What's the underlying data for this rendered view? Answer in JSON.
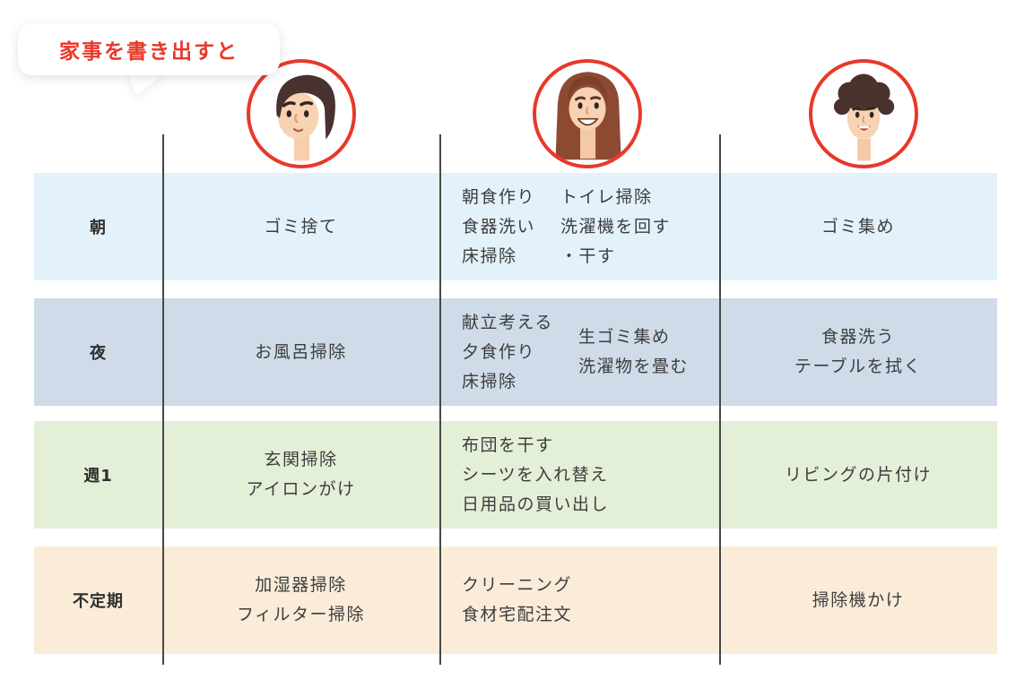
{
  "bubble": {
    "label": "家事を書き出すと"
  },
  "colors": {
    "accent_red": "#e8382a",
    "row_morning_bg": "#e3f1fb",
    "row_night_bg": "#cfdbe9",
    "row_weekly_bg": "#e4efd8",
    "row_irregular_bg": "#faecd9",
    "divider": "#474747",
    "text": "#3d3d3d"
  },
  "people": [
    {
      "id": "father",
      "icon": "man-avatar-icon"
    },
    {
      "id": "mother",
      "icon": "woman-avatar-icon"
    },
    {
      "id": "child",
      "icon": "boy-avatar-icon"
    }
  ],
  "table": {
    "rows": [
      {
        "label": "朝",
        "cells": [
          {
            "columns": [
              [
                "ゴミ捨て"
              ]
            ]
          },
          {
            "columns": [
              [
                "朝食作り",
                "食器洗い",
                "床掃除"
              ],
              [
                "トイレ掃除",
                "洗濯機を回す",
                "・干す"
              ]
            ]
          },
          {
            "columns": [
              [
                "ゴミ集め"
              ]
            ]
          }
        ]
      },
      {
        "label": "夜",
        "cells": [
          {
            "columns": [
              [
                "お風呂掃除"
              ]
            ]
          },
          {
            "columns": [
              [
                "献立考える",
                "夕食作り",
                "床掃除"
              ],
              [
                "生ゴミ集め",
                "洗濯物を畳む"
              ]
            ]
          },
          {
            "columns": [
              [
                "食器洗う",
                "テーブルを拭く"
              ]
            ]
          }
        ]
      },
      {
        "label": "週1",
        "cells": [
          {
            "columns": [
              [
                "玄関掃除",
                "アイロンがけ"
              ]
            ]
          },
          {
            "columns": [
              [
                "布団を干す",
                "シーツを入れ替え",
                "日用品の買い出し"
              ]
            ]
          },
          {
            "columns": [
              [
                "リビングの片付け"
              ]
            ]
          }
        ]
      },
      {
        "label": "不定期",
        "cells": [
          {
            "columns": [
              [
                "加湿器掃除",
                "フィルター掃除"
              ]
            ]
          },
          {
            "columns": [
              [
                "クリーニング",
                "食材宅配注文"
              ]
            ]
          },
          {
            "columns": [
              [
                "掃除機かけ"
              ]
            ]
          }
        ]
      }
    ]
  }
}
